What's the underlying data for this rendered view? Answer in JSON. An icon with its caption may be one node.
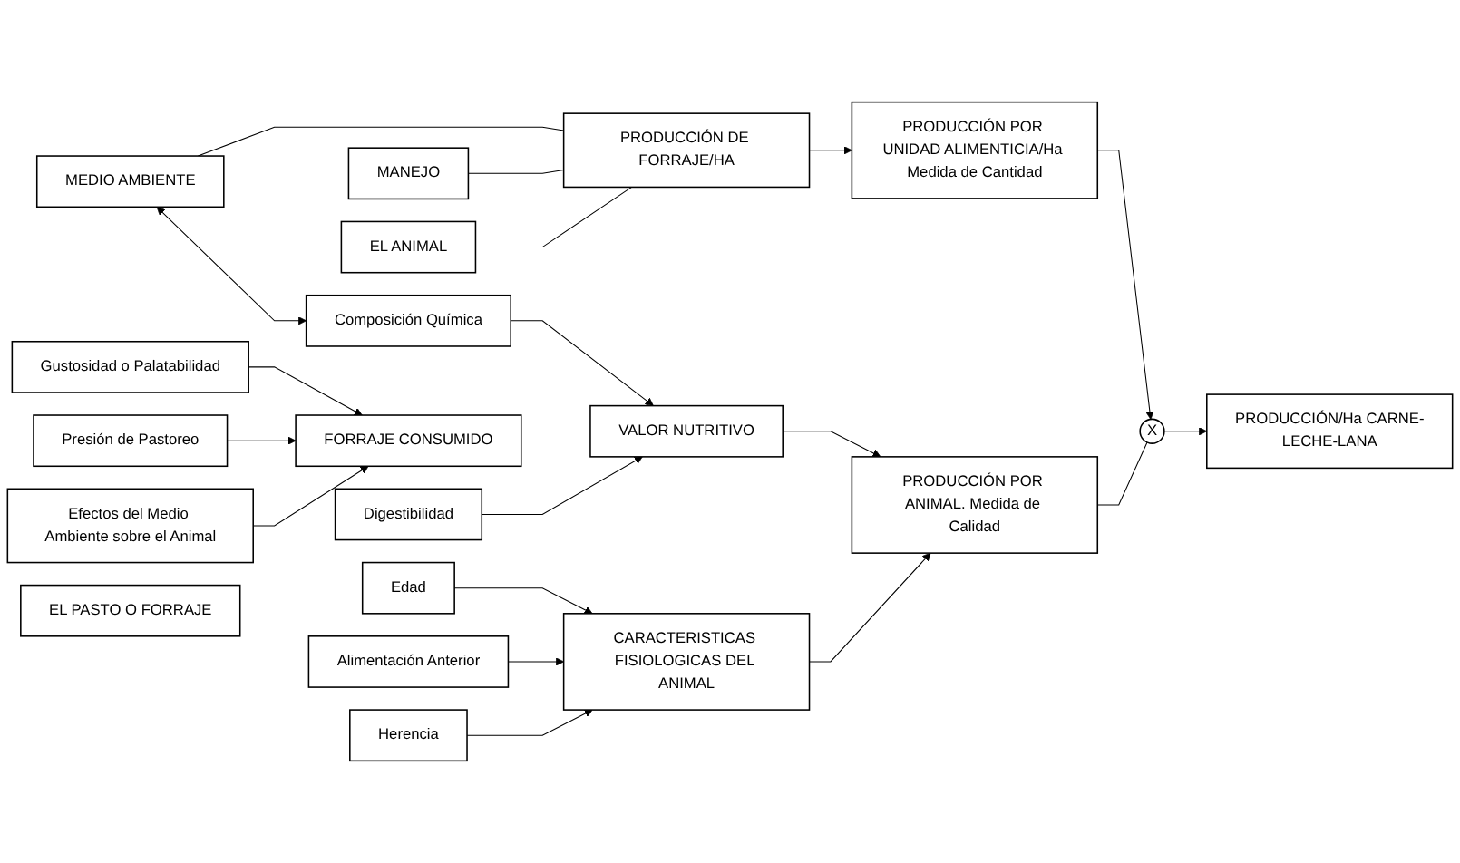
{
  "diagram": {
    "nodes": [
      {
        "text": [
          "MEDIO AMBIENTE"
        ]
      },
      {
        "text": [
          "EL PASTO O FORRAJE"
        ]
      },
      {
        "text": [
          "MANEJO"
        ]
      },
      {
        "text": [
          "EL ANIMAL"
        ]
      },
      {
        "text": [
          "PRODUCCIÓN DE FORRAJE/HA"
        ]
      },
      {
        "text": [
          "PRODUCCIÓN POR UNIDAD ALIMENTICIA/Ha Medida de Cantidad"
        ]
      },
      {
        "text": [
          "Composición Química"
        ]
      },
      {
        "text": [
          "Digestibilidad"
        ]
      },
      {
        "text": [
          "VALOR NUTRITIVO"
        ]
      },
      {
        "text": [
          "Gustosidad o Palatabilidad"
        ]
      },
      {
        "text": [
          "Presión de Pastoreo"
        ]
      },
      {
        "text": [
          "FORRAJE CONSUMIDO"
        ]
      },
      {
        "text": [
          "Efectos del Medio Ambiente sobre el Animal"
        ]
      },
      {
        "text": [
          "X"
        ]
      },
      {
        "text": [
          "PRODUCCIÓN/Ha CARNE-LECHE-LANA"
        ]
      },
      {
        "text": [
          "Edad"
        ]
      },
      {
        "text": [
          "Alimentación Anterior"
        ]
      },
      {
        "text": [
          "CARACTERISTICAS FISIOLOGICAS DEL ANIMAL"
        ]
      },
      {
        "text": [
          "PRODUCCIÓN POR ANIMAL. Medida de Calidad"
        ]
      },
      {
        "text": [
          "Herencia"
        ]
      }
    ],
    "edges": [
      {
        "from": 0,
        "to": 4,
        "arrow": "none"
      },
      {
        "from": 2,
        "to": 4,
        "arrow": "none"
      },
      {
        "from": 3,
        "to": 4,
        "arrow": "none"
      },
      {
        "from": 0,
        "to": 6,
        "arrow": "both"
      },
      {
        "from": 4,
        "to": 5,
        "arrow": "to"
      },
      {
        "from": 6,
        "to": 8,
        "arrow": "to"
      },
      {
        "from": 7,
        "to": 8,
        "arrow": "to"
      },
      {
        "from": 9,
        "to": 11,
        "arrow": "to"
      },
      {
        "from": 10,
        "to": 11,
        "arrow": "to"
      },
      {
        "from": 12,
        "to": 11,
        "arrow": "to"
      },
      {
        "from": 15,
        "to": 17,
        "arrow": "to"
      },
      {
        "from": 16,
        "to": 17,
        "arrow": "to"
      },
      {
        "from": 19,
        "to": 17,
        "arrow": "to"
      },
      {
        "from": 5,
        "to": 13,
        "arrow": "to"
      },
      {
        "from": 18,
        "to": 13,
        "arrow": "none"
      },
      {
        "from": 13,
        "to": 14,
        "arrow": "to"
      },
      {
        "from": 8,
        "to": 18,
        "arrow": "to"
      },
      {
        "from": 17,
        "to": 18,
        "arrow": "to"
      }
    ]
  }
}
